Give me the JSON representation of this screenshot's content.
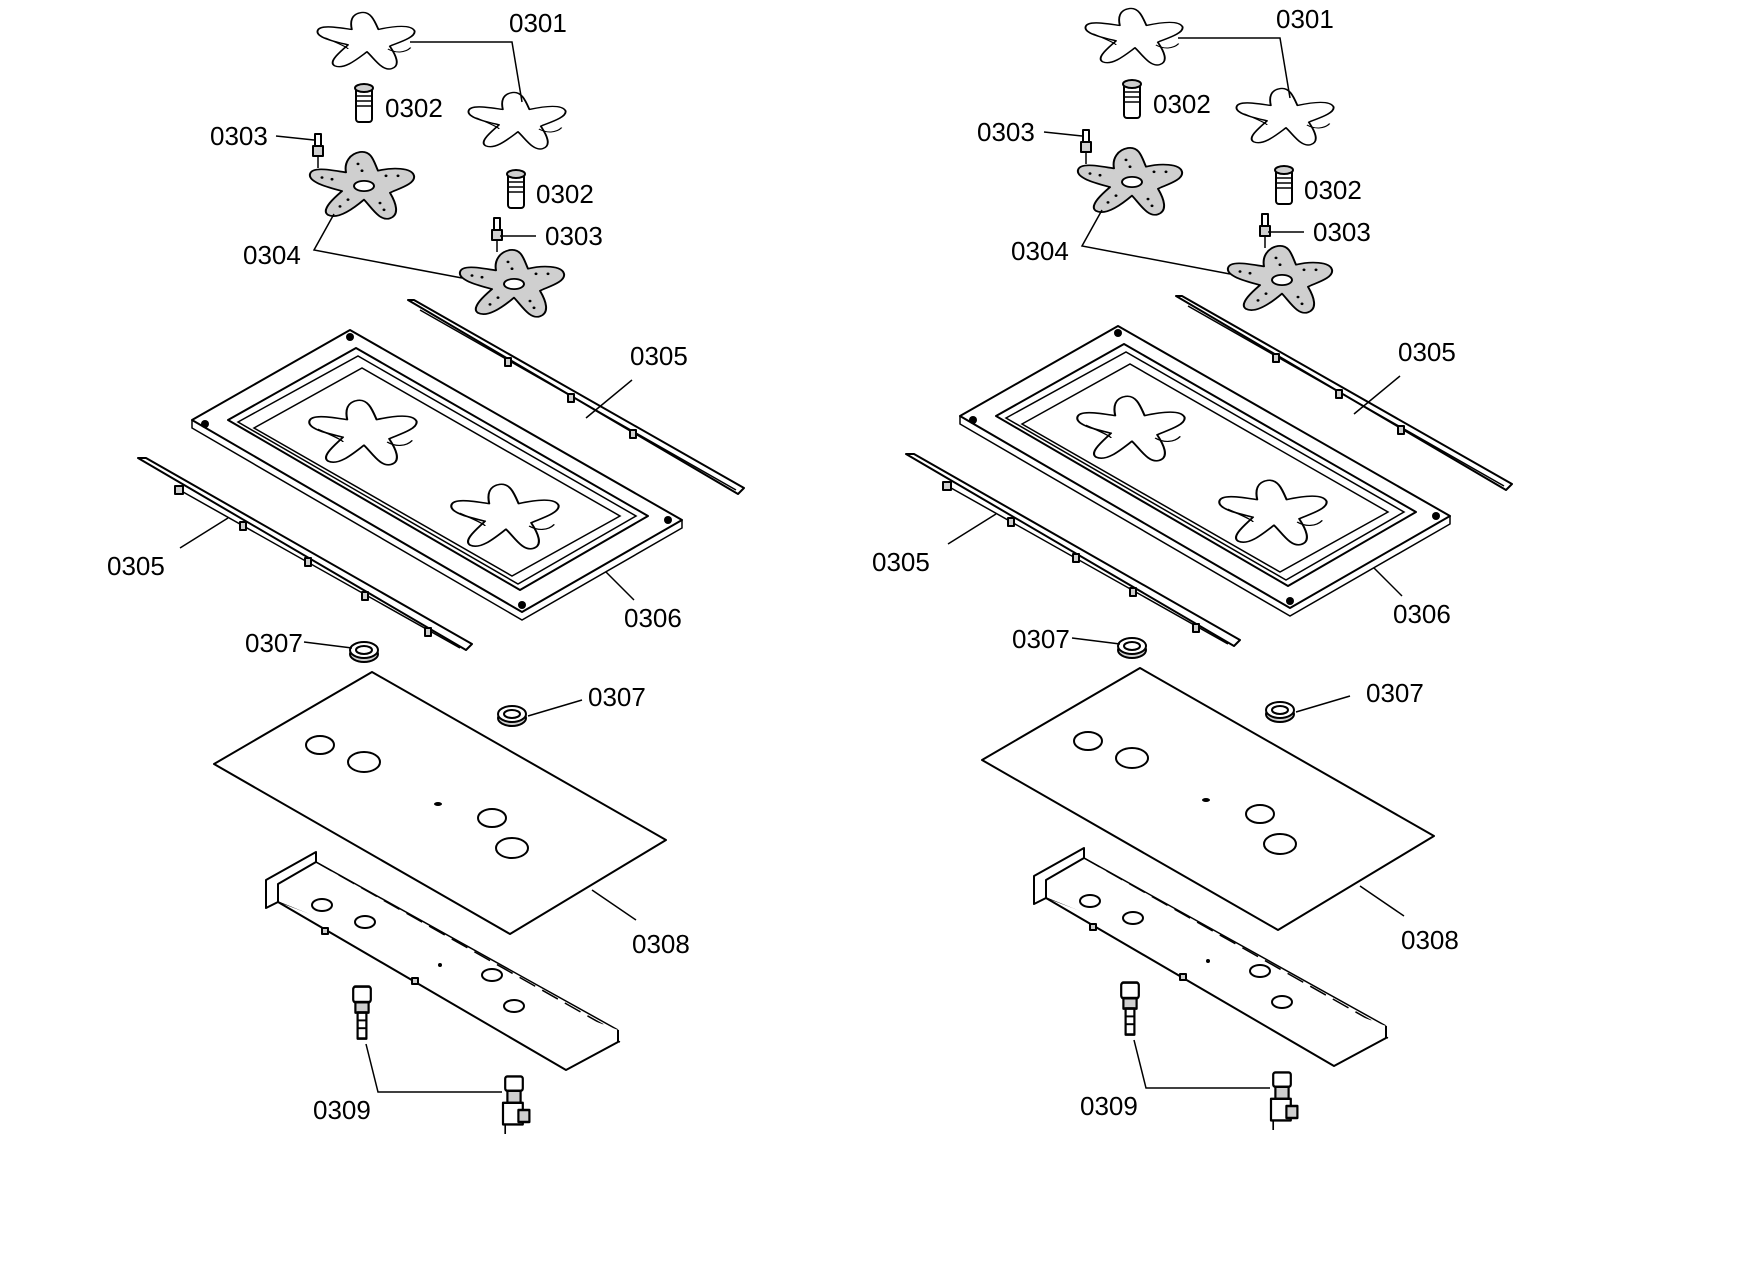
{
  "views": [
    {
      "labels": {
        "p0301": "0301",
        "p0302a": "0302",
        "p0302b": "0302",
        "p0303a": "0303",
        "p0303b": "0303",
        "p0304": "0304",
        "p0305a": "0305",
        "p0305b": "0305",
        "p0306": "0306",
        "p0307a": "0307",
        "p0307b": "0307",
        "p0308": "0308",
        "p0309": "0309"
      }
    },
    {
      "labels": {
        "p0301": "0301",
        "p0302a": "0302",
        "p0302b": "0302",
        "p0303a": "0303",
        "p0303b": "0303",
        "p0304": "0304",
        "p0305a": "0305",
        "p0305b": "0305",
        "p0306": "0306",
        "p0307a": "0307",
        "p0307b": "0307",
        "p0308": "0308",
        "p0309": "0309"
      }
    }
  ]
}
